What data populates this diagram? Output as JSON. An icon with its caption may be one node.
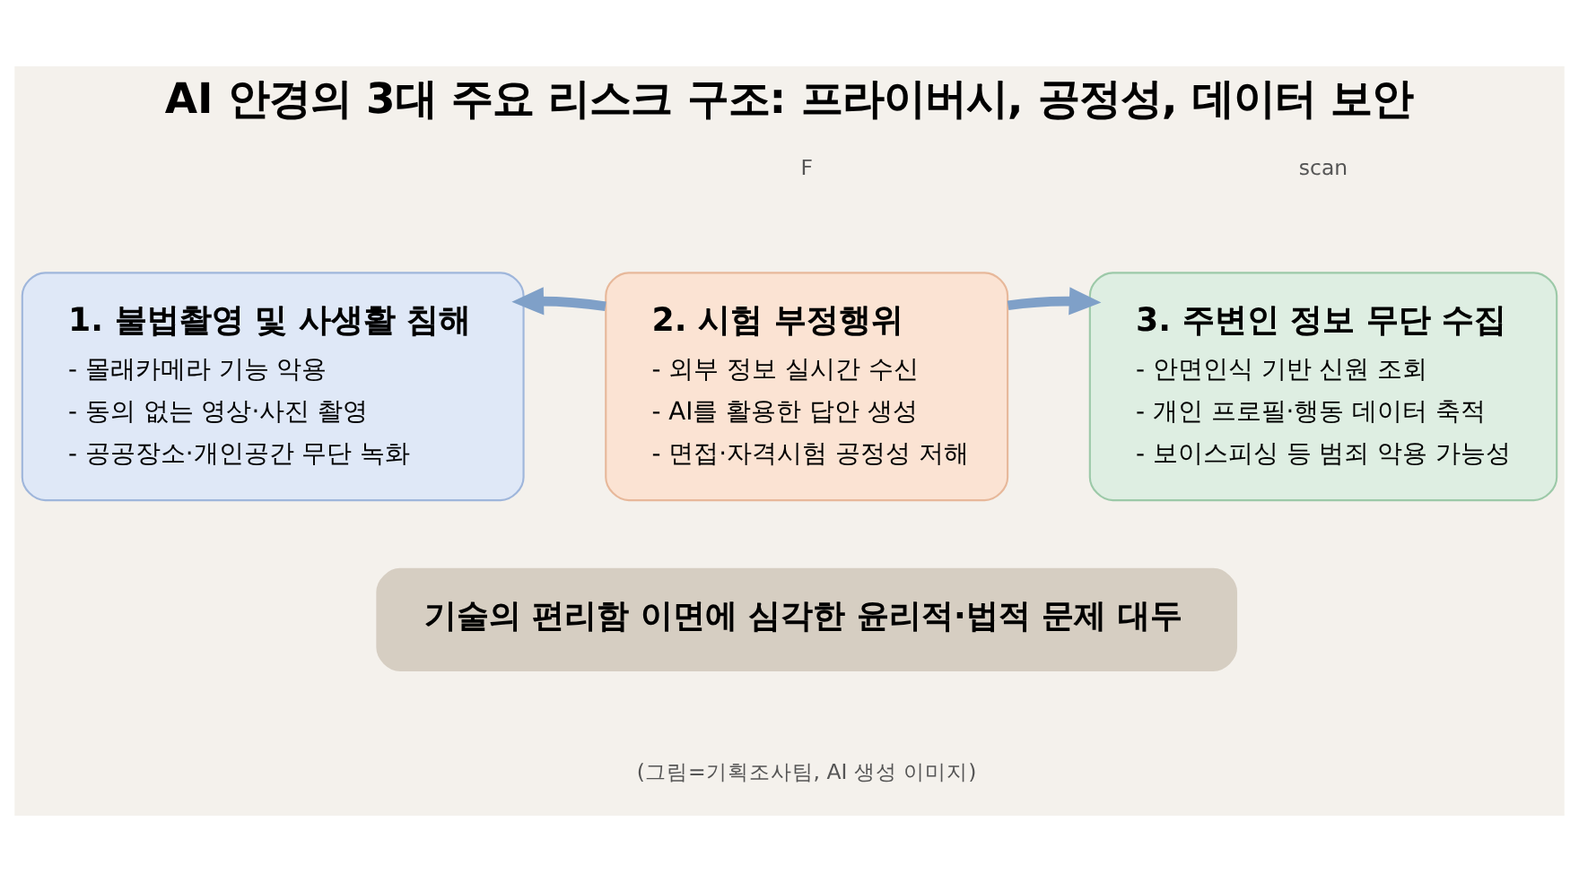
{
  "diagram": {
    "title": "AI 안경의 3대 주요 리스크 구조: 프라이버시, 공정성, 데이터 보안",
    "nodes": [
      {
        "text": [
          "1. 불법촬영 및 사생활 침해",
          "- 몰래카메라 기능 악용",
          "- 동의 없는 영상·사진 촬영",
          "- 공공장소·개인공간 무단 녹화"
        ]
      },
      {
        "text": [
          "2. 시험 부정행위",
          "- 외부 정보 실시간 수신",
          "- AI를 활용한 답안 생성",
          "- 면접·자격시험 공정성 저해"
        ]
      },
      {
        "text": [
          "3. 주변인 정보 무단 수집",
          "- 안면인식 기반 신원 조회",
          "- 개인 프로필·행동 데이터 축적",
          "- 보이스피싱 등 범죄 악용 가능성"
        ]
      },
      {
        "text": [
          "기술의 편리함 이면에 심각한 윤리적·법적 문제 대두"
        ]
      }
    ],
    "edges": [
      {
        "from": 1,
        "to": 0,
        "arrow": "to"
      },
      {
        "from": 1,
        "to": 2,
        "arrow": "to"
      }
    ],
    "labels": [
      "scan",
      "F",
      "(그림=기획조사팀, AI 생성 이미지)"
    ]
  }
}
